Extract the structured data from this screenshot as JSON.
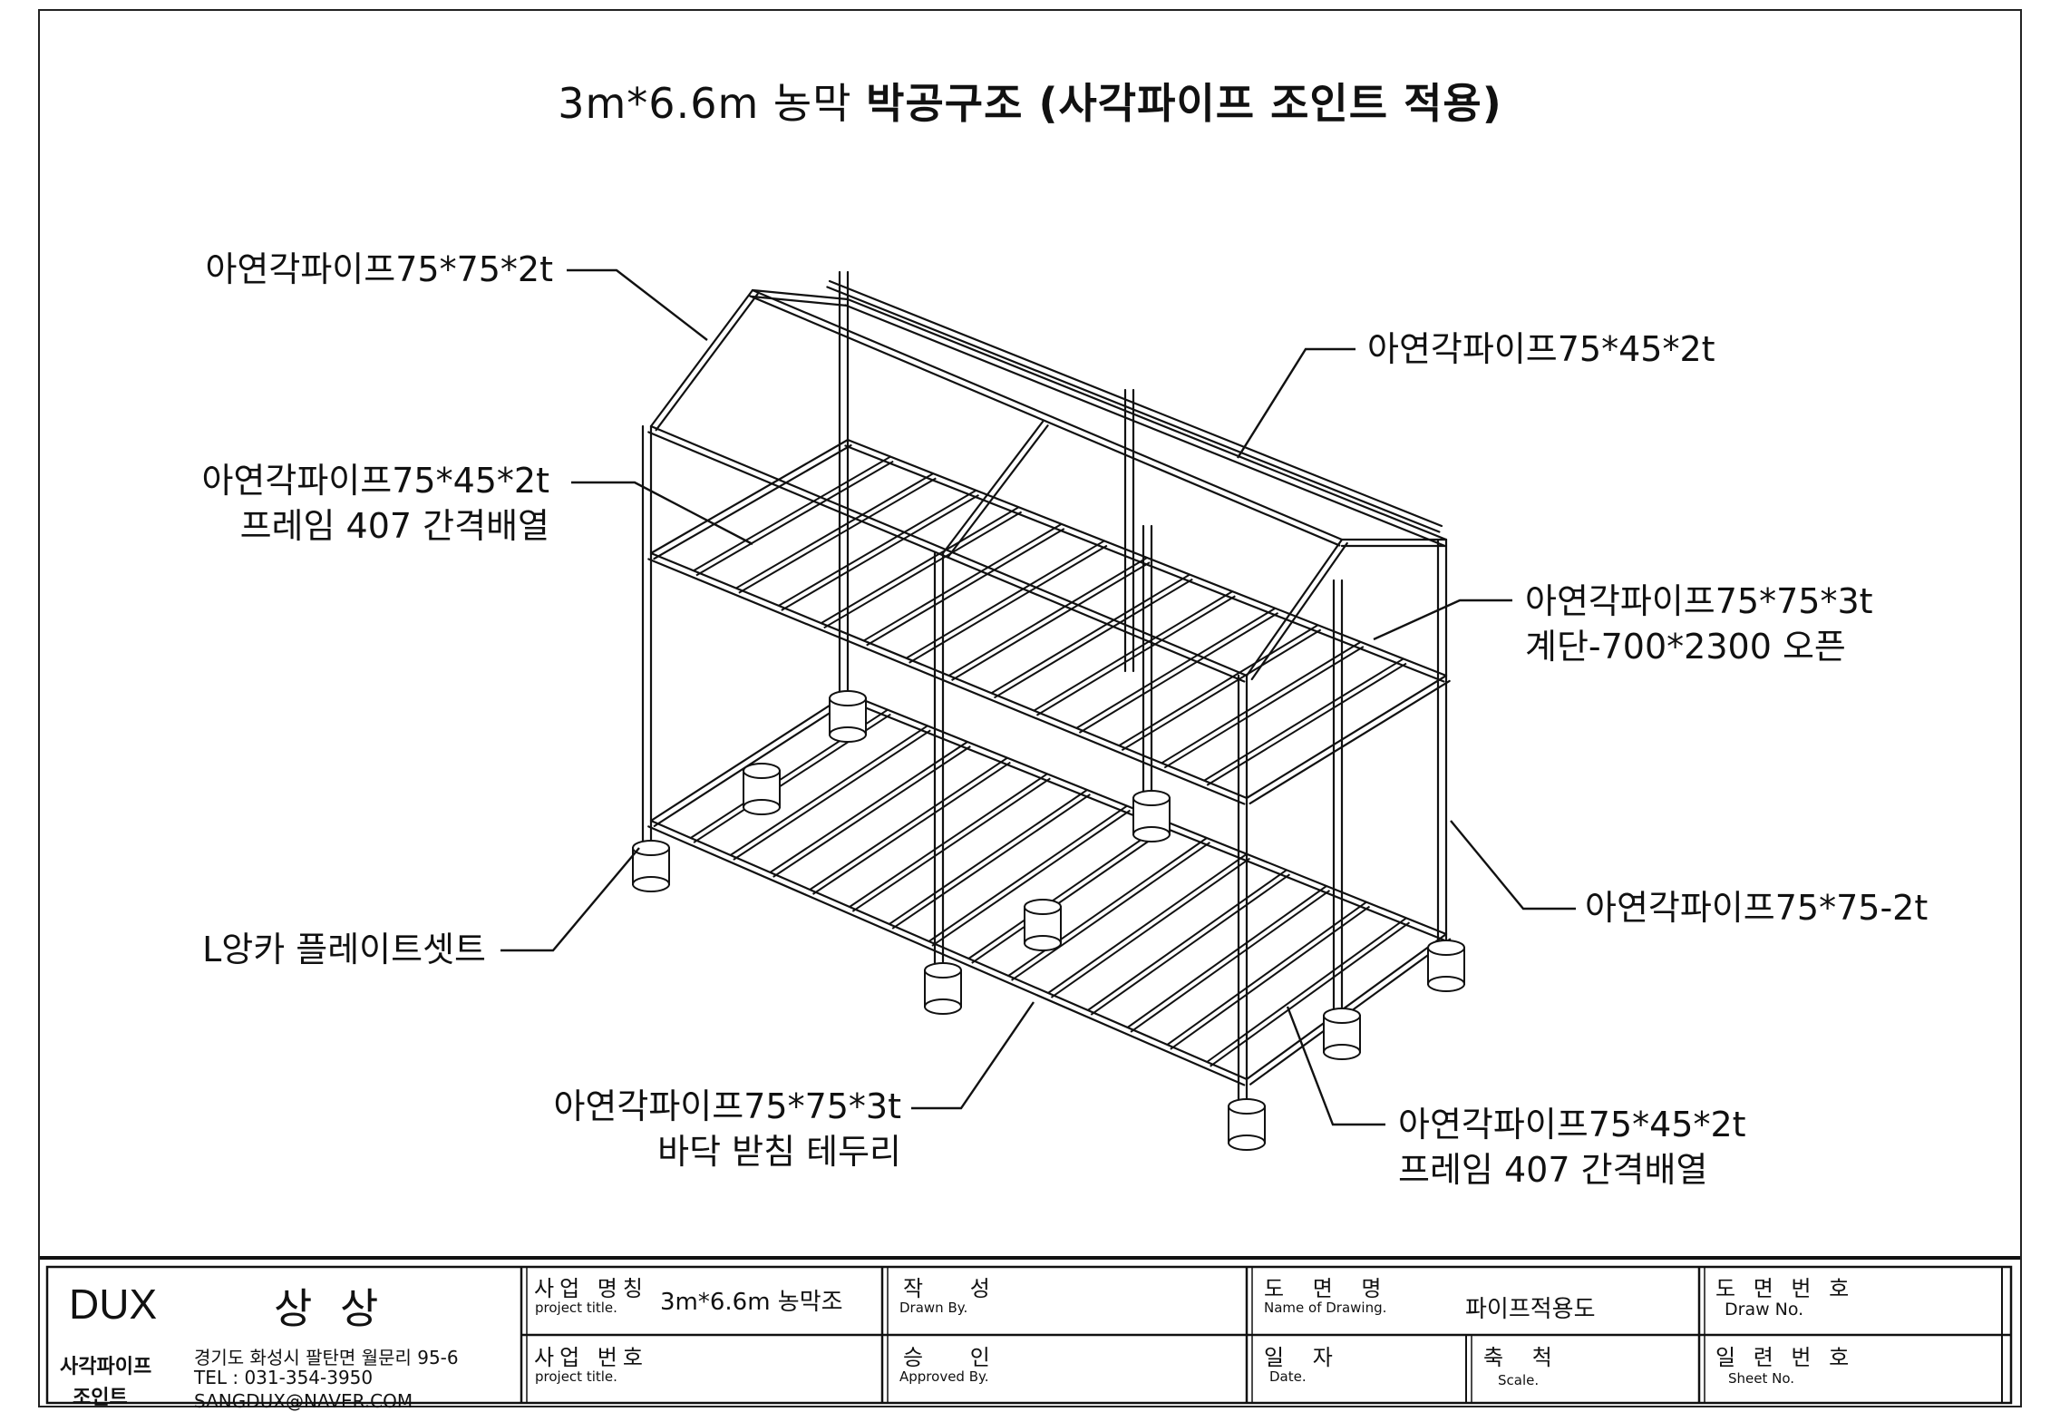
{
  "title": {
    "size_prefix": "3m*6.6m 농막",
    "main": "박공구조 (사각파이프 조인트 적용)"
  },
  "callouts": {
    "top_left": {
      "line1": "아연각파이프75*75*2t"
    },
    "top_right": {
      "line1": "아연각파이프75*45*2t"
    },
    "mid_left": {
      "line1": "아연각파이프75*45*2t",
      "line2": "프레임 407 간격배열"
    },
    "mid_right": {
      "line1": "아연각파이프75*75*3t",
      "line2": "계단-700*2300 오픈"
    },
    "right_post": {
      "line1": "아연각파이프75*75-2t"
    },
    "anchor": {
      "line1": "L앙카 플레이트셋트"
    },
    "bottom_center": {
      "line1": "아연각파이프75*75*3t",
      "line2": "바닥 받침 테두리"
    },
    "bottom_right": {
      "line1": "아연각파이프75*45*2t",
      "line2": "프레임 407 간격배열"
    }
  },
  "title_block": {
    "company": {
      "brand": "DUX",
      "name": "상 상",
      "sub1": "사각파이프",
      "sub2": "조인트",
      "address": "경기도 화성시 팔탄면 월문리 95-6",
      "tel": "TEL : 031-354-3950",
      "email": "SANGDUX@NAVER.COM"
    },
    "project_name": {
      "ko": "사업 명칭",
      "en": "project title.",
      "value": "3m*6.6m 농막조"
    },
    "project_number": {
      "ko": "사업 번호",
      "en": "project title.",
      "value": ""
    },
    "drawn": {
      "ko": "작 성",
      "en": "Drawn By.",
      "value": ""
    },
    "approved": {
      "ko": "승 인",
      "en": "Approved By.",
      "value": ""
    },
    "drawing_name": {
      "ko": "도 면 명",
      "en": "Name of Drawing.",
      "value": "파이프적용도"
    },
    "date": {
      "ko": "일 자",
      "en": "Date.",
      "value": ""
    },
    "scale": {
      "ko": "축 척",
      "en": "Scale.",
      "value": ""
    },
    "draw_no": {
      "ko": "도 면 번 호",
      "en": "Draw No.",
      "value": ""
    },
    "sheet_no": {
      "ko": "일 련 번 호",
      "en": "Sheet No.",
      "value": ""
    }
  }
}
